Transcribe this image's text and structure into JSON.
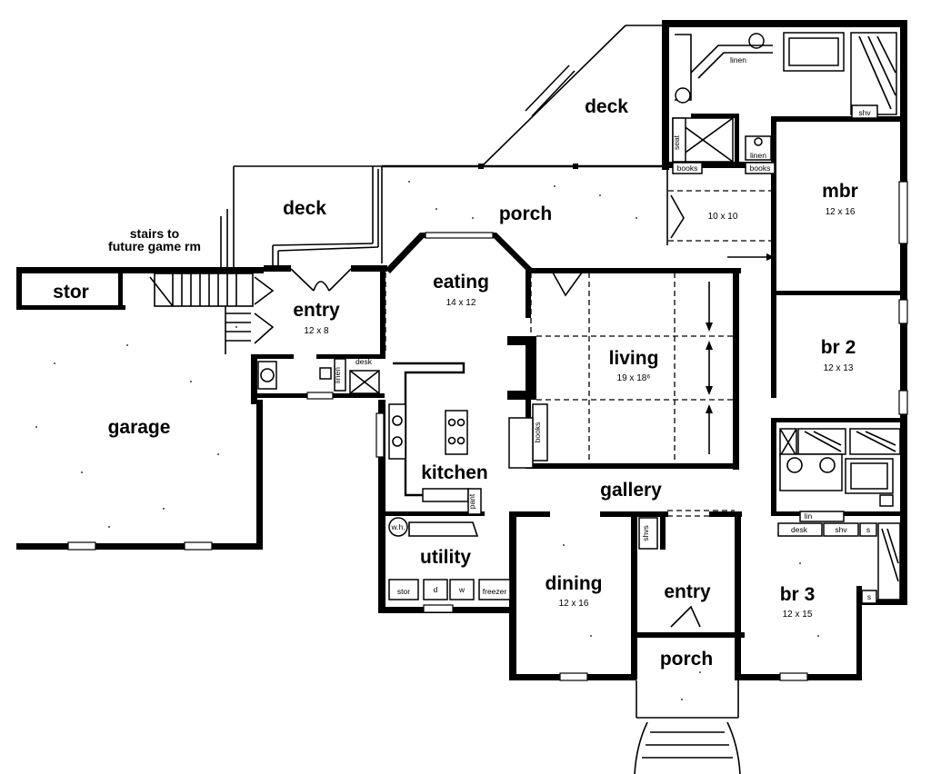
{
  "rooms": {
    "deck_upper": {
      "label": "deck"
    },
    "deck_left": {
      "label": "deck"
    },
    "porch_rear": {
      "label": "porch"
    },
    "stairs_note": {
      "line1": "stairs to",
      "line2": "future game rm"
    },
    "stor": {
      "label": "stor"
    },
    "garage": {
      "label": "garage"
    },
    "entry_side": {
      "label": "entry",
      "dims": "12 x 8"
    },
    "eating": {
      "label": "eating",
      "dims": "14 x 12"
    },
    "hall_10x10": {
      "dims": "10 x 10"
    },
    "mbr": {
      "label": "mbr",
      "dims": "12 x 16"
    },
    "living": {
      "label": "living",
      "dims": "19 x 18⁶"
    },
    "br2": {
      "label": "br 2",
      "dims": "12 x 13"
    },
    "kitchen": {
      "label": "kitchen"
    },
    "gallery": {
      "label": "gallery"
    },
    "utility": {
      "label": "utility"
    },
    "dining": {
      "label": "dining",
      "dims": "12 x 16"
    },
    "entry_front": {
      "label": "entry"
    },
    "br3": {
      "label": "br 3",
      "dims": "12 x 15"
    },
    "porch_front": {
      "label": "porch"
    }
  },
  "fixtures": {
    "linen_bath": "linen",
    "seat": "seat",
    "books_left": "books",
    "books_right": "books",
    "linen_closet": "linen",
    "shv_mbr": "shv",
    "linen_entry": "linen",
    "desk_entry": "desk",
    "books_living": "books",
    "pant": "pant",
    "wh": "w.h.",
    "stor_utility": "stor",
    "d": "d",
    "w": "w",
    "freezer": "freezer",
    "shvs": "shvs",
    "lin": "lin",
    "desk_br3": "desk",
    "shv_br3": "shv",
    "s_closet": "s",
    "s_br3": "s"
  }
}
